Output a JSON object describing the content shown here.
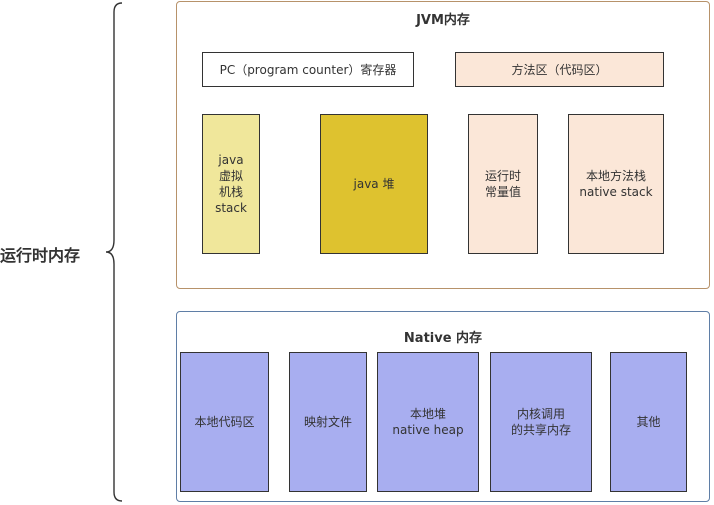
{
  "side_label": "运行时内存",
  "jvm": {
    "title": "JVM内存",
    "pc_register": "PC（program counter）寄存器",
    "method_area": "方法区（代码区）",
    "java_stack": "java\n虚拟\n机栈\nstack",
    "java_heap": "java 堆",
    "runtime_constant_pool": "运行时\n常量值",
    "native_method_stack": "本地方法栈\nnative stack"
  },
  "native": {
    "title": "Native 内存",
    "code_area": "本地代码区",
    "mapped_files": "映射文件",
    "native_heap": "本地堆\nnative heap",
    "shared_kernel_memory": "内核调用\n的共享内存",
    "other": "其他"
  },
  "colors": {
    "jvm_border": "#b7926a",
    "native_border": "#5f7ea6",
    "java_stack_fill": "#f0e79b",
    "java_heap_fill": "#dec22f",
    "peach_fill": "#fbe7d8",
    "native_fill": "#a8aef0"
  }
}
